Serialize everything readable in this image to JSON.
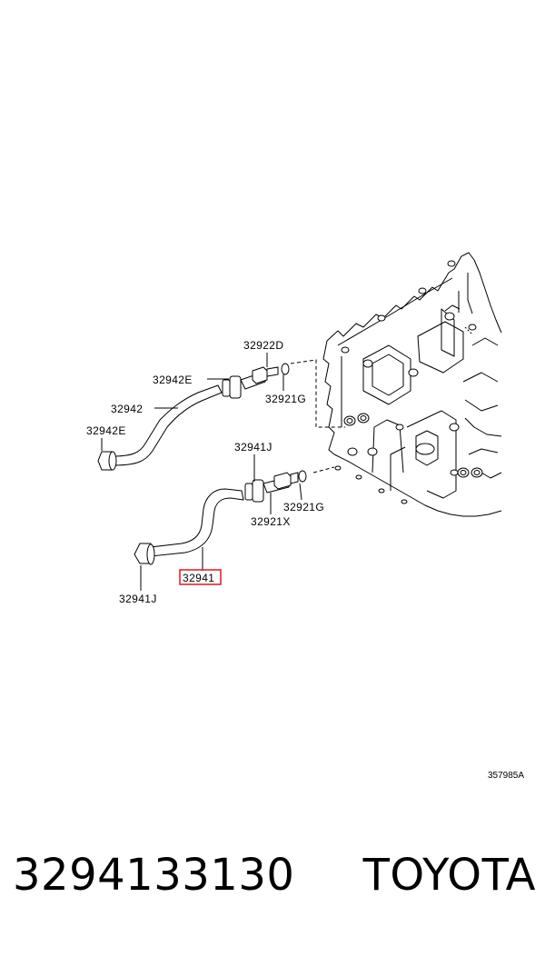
{
  "diagram": {
    "labels": {
      "l_32922D": "32922D",
      "l_32942E_top": "32942E",
      "l_32921G_top": "32921G",
      "l_32942": "32942",
      "l_32942E_left": "32942E",
      "l_32941J_top": "32941J",
      "l_32921G_bottom": "32921G",
      "l_32921X": "32921X",
      "l_32941": "32941",
      "l_32941J_bottom": "32941J"
    },
    "highlighted_part": "32941",
    "highlight_color": "#e0191e",
    "reference_code": "357985A"
  },
  "footer": {
    "part_number": "3294133130",
    "brand": "TOYOTA"
  }
}
